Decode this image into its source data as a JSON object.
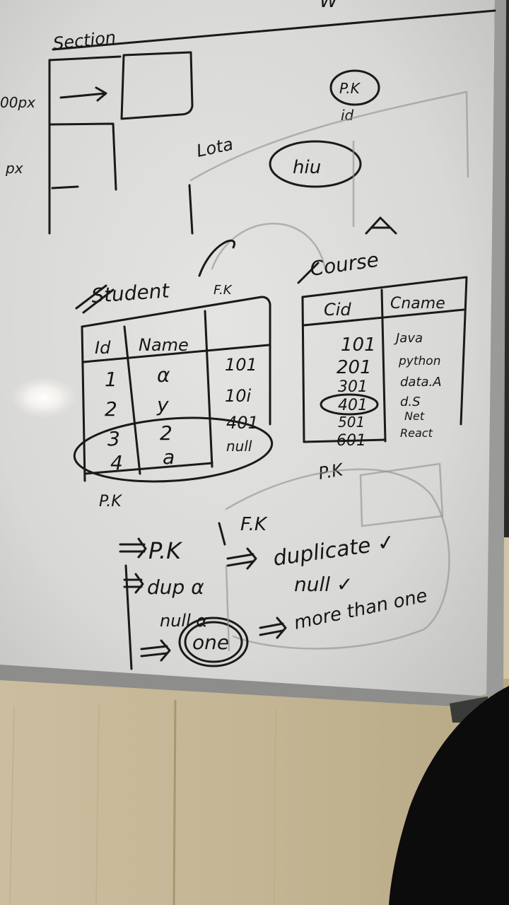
{
  "whiteboard": {
    "top_fragment": "W",
    "layout_sketch": {
      "section_label": "Section",
      "size_label_top": "00px",
      "size_label_bottom": "px"
    },
    "small_relation": {
      "pk_label": "P.K",
      "id_label": "id",
      "left_word": "Lota",
      "circled_word": "hiu"
    },
    "student_table": {
      "title": "Student",
      "fk_label": "F.K",
      "headers": [
        "Id",
        "Name",
        ""
      ],
      "rows": [
        [
          "1",
          "α",
          "101"
        ],
        [
          "2",
          "y",
          "10i"
        ],
        [
          "3",
          "2",
          "401"
        ],
        [
          "4",
          "a",
          "null"
        ]
      ],
      "pk_label": "P.K"
    },
    "course_table": {
      "title": "Course",
      "arrow_mark": "A",
      "headers": [
        "Cid",
        "Cname"
      ],
      "rows": [
        [
          "101",
          "Java"
        ],
        [
          "201",
          "python"
        ],
        [
          "301",
          "data.A"
        ],
        [
          "401",
          "d.S"
        ],
        [
          "501",
          "Net"
        ],
        [
          "601",
          "React"
        ]
      ],
      "pk_label": "P.K"
    },
    "comparison": {
      "pk_heading": "P.K",
      "fk_heading": "F.K",
      "pk_points": [
        "dup α",
        "null α",
        "one"
      ],
      "fk_points": [
        "duplicate ✓",
        "null ✓",
        "more than one"
      ]
    }
  }
}
